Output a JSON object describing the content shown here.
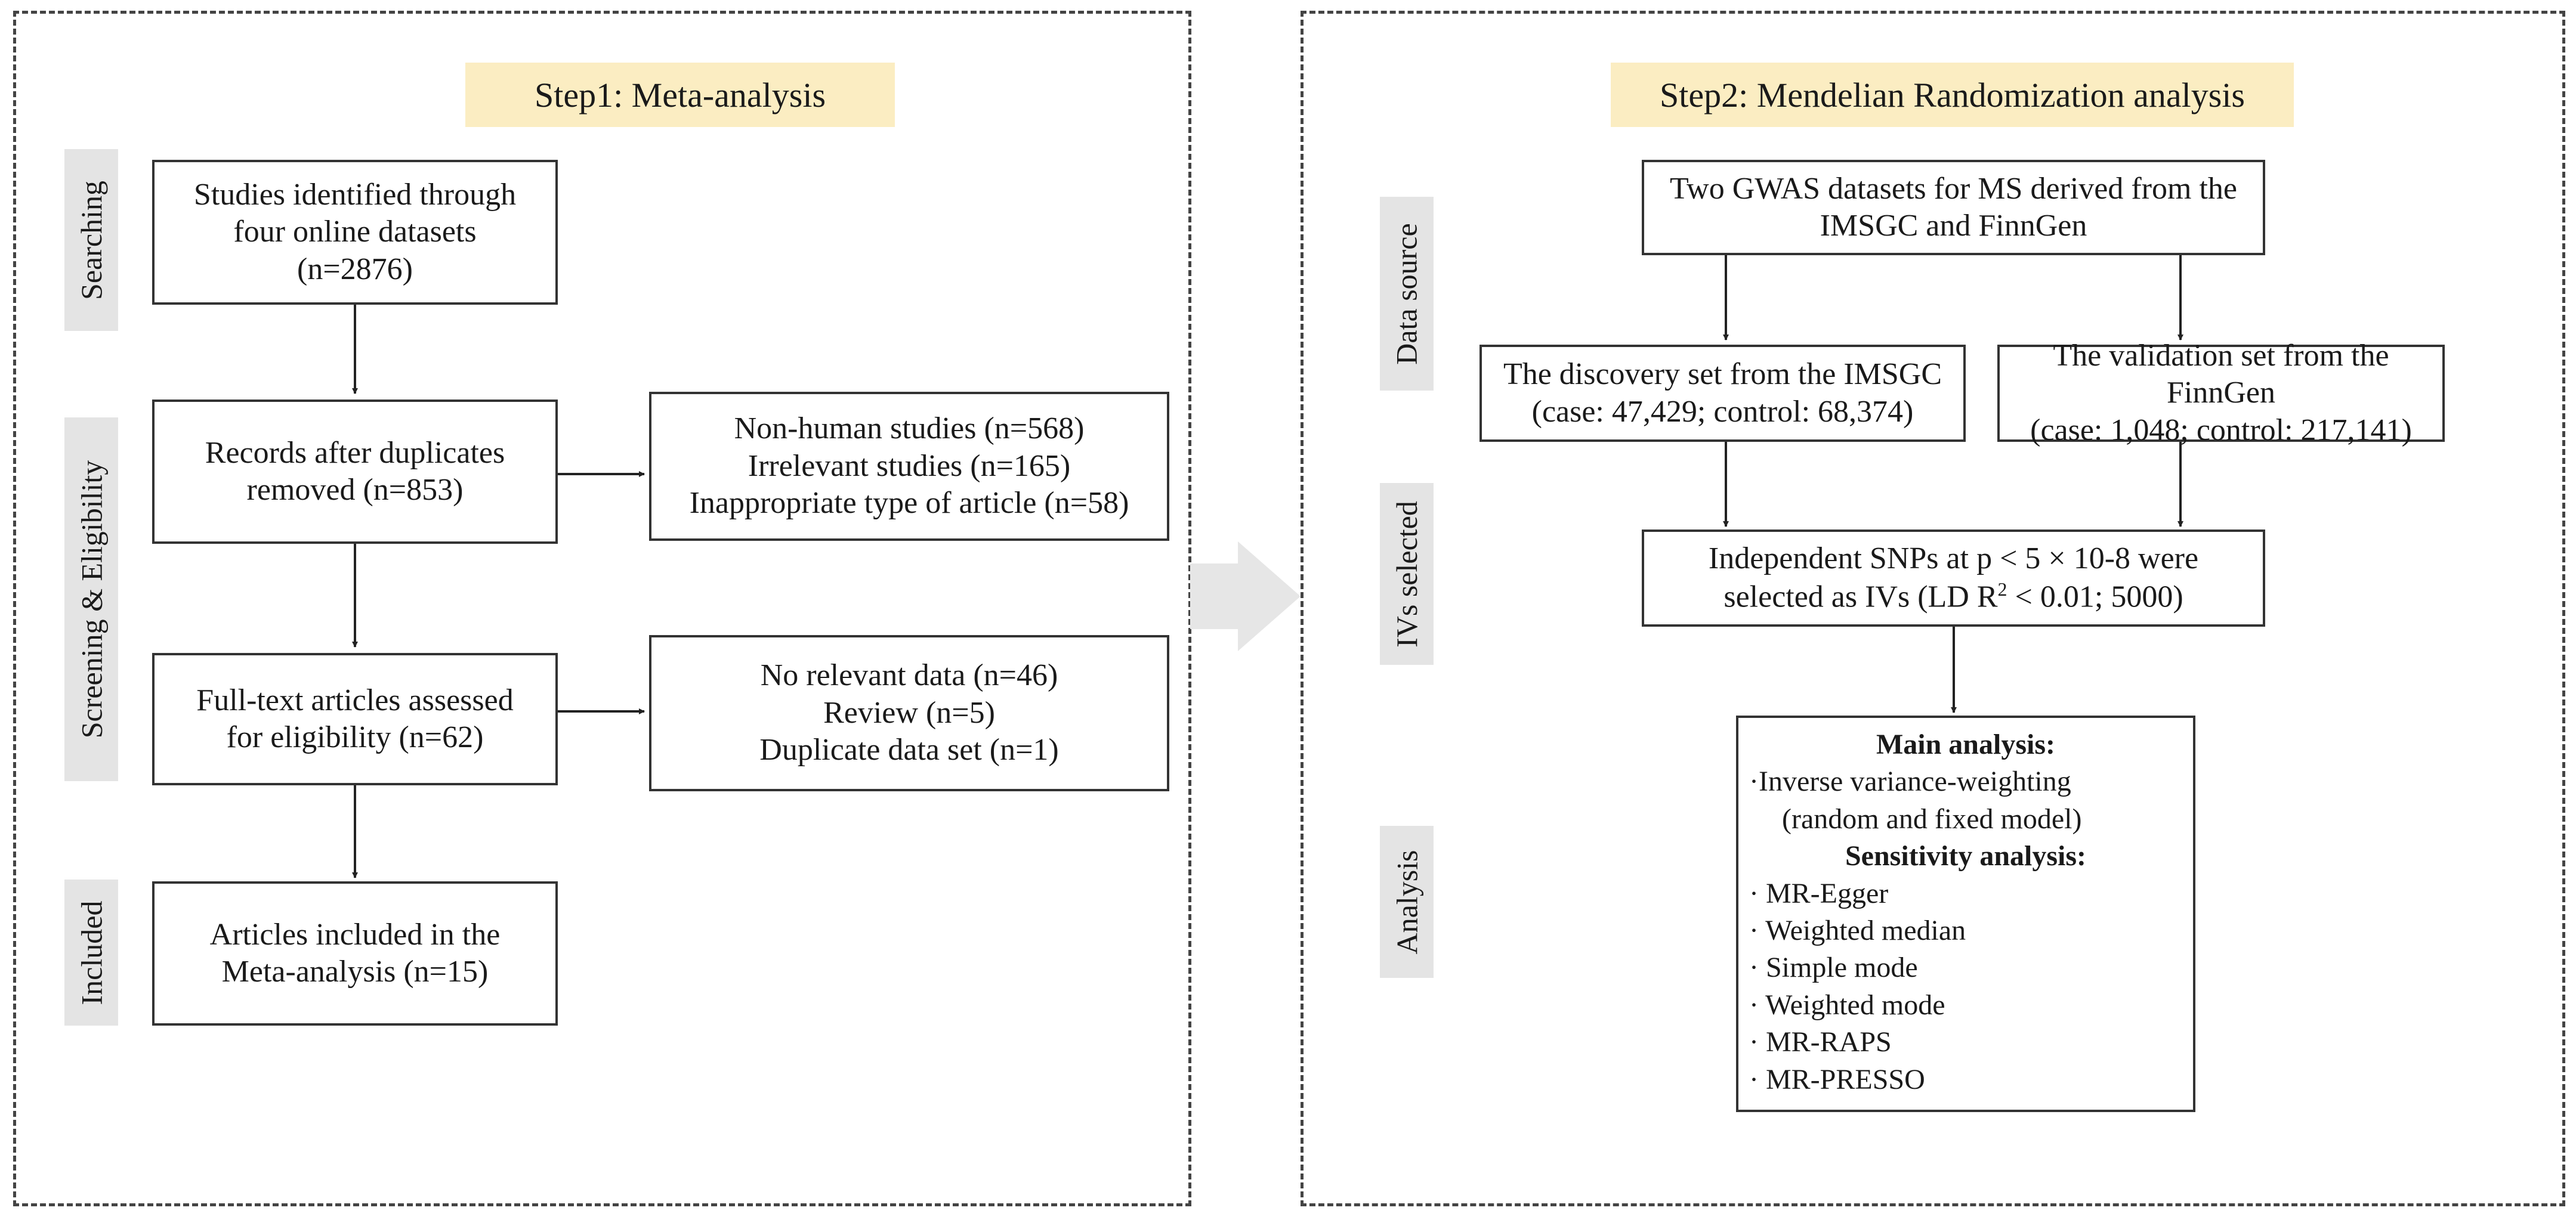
{
  "step1": {
    "title": "Step1: Meta-analysis",
    "side_labels": {
      "searching": "Searching",
      "screening": "Screening & Eligibility",
      "included": "Included"
    },
    "boxes": {
      "identified": [
        "Studies identified through",
        "four online datasets",
        "(n=2876)"
      ],
      "records": [
        "Records after duplicates",
        "removed (n=853)"
      ],
      "excluded1": [
        "Non-human studies (n=568)",
        "Irrelevant studies (n=165)",
        "Inappropriate type of article (n=58)"
      ],
      "fulltext": [
        "Full-text  articles assessed",
        "for eligibility (n=62)"
      ],
      "excluded2": [
        "No relevant data (n=46)",
        "Review (n=5)",
        "Duplicate data set (n=1)"
      ],
      "included": [
        "Articles included in the",
        "Meta-analysis (n=15)"
      ]
    }
  },
  "step2": {
    "title": "Step2: Mendelian Randomization analysis",
    "side_labels": {
      "data_source": "Data source",
      "ivs": "IVs selected",
      "analysis": "Analysis"
    },
    "boxes": {
      "gwas": [
        "Two GWAS datasets for MS  derived from the",
        "IMSGC and FinnGen"
      ],
      "discovery": [
        "The discovery set from the IMSGC",
        "(case: 47,429; control: 68,374)"
      ],
      "validation": [
        "The validation set from the FinnGen",
        "(case: 1,048; control: 217,141)"
      ],
      "snps_line1": "Independent SNPs at p < 5 × 10-8 were",
      "snps_line2_pre": "selected as IVs (LD R",
      "snps_sup": "2",
      "snps_line2_post": " < 0.01; 5000)"
    },
    "analysis": {
      "main_header": "Main analysis:",
      "main_items": [
        "·Inverse variance-weighting",
        "(random and fixed model)"
      ],
      "sens_header": "Sensitivity analysis:",
      "sens_items": [
        "· MR-Egger",
        "· Weighted median",
        "· Simple mode",
        "· Weighted mode",
        "· MR-RAPS",
        "· MR-PRESSO"
      ]
    }
  },
  "colors": {
    "title_bg": "#fbedc2",
    "side_bg": "#e4e4e4",
    "border": "#333333",
    "big_arrow": "#e6e6e6"
  }
}
